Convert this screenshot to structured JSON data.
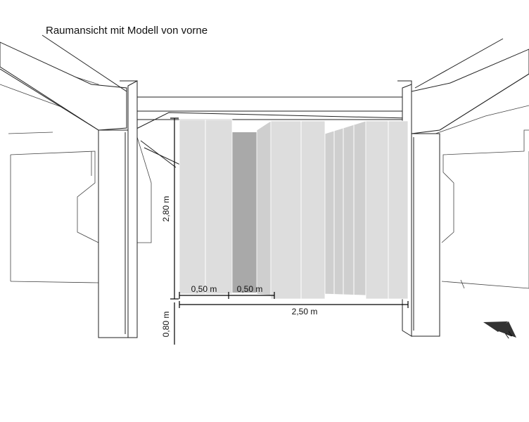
{
  "title": "Raumansicht mit Modell von vorne",
  "dimensions": {
    "height_upper": "2,80 m",
    "height_lower": "0,80 m",
    "width_total": "2,50 m",
    "segment_left": "0,50 m",
    "segment_mid": "0,50 m"
  },
  "north_label": "N",
  "colors": {
    "panel_light": "#dddddd",
    "panel_dark": "#a9a9a9",
    "line": "#222222"
  }
}
